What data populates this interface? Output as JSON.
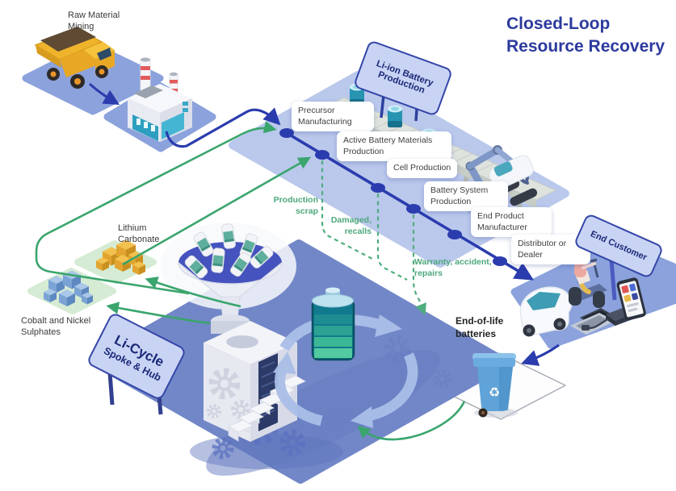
{
  "title": {
    "line1": "Closed-Loop",
    "line2": "Resource Recovery"
  },
  "stages": {
    "raw_material": "Raw Material Mining",
    "precursor": "Precursor Manufacturing",
    "active_materials": "Active Battery Materials Production",
    "cell": "Cell Production",
    "battery_system": "Battery System Production",
    "end_product": "End Product Manufacturer",
    "distributor": "Distributor or Dealer"
  },
  "signs": {
    "li_ion": "Li-ion Battery Production",
    "end_customer": "End Customer",
    "li_cycle_name": "Li-Cycle",
    "li_cycle_sub": "Spoke & Hub"
  },
  "outputs": {
    "lithium": "Lithium Carbonate",
    "cobalt_nickel": "Cobalt and Nickel Sulphates"
  },
  "return_flows": {
    "production_scrap": "Production scrap",
    "damaged": "Damaged, recalls",
    "warranty": "Warranty, accident, repairs",
    "end_of_life": "End-of-life batteries"
  },
  "icons": {
    "recycle_glyph": "♻"
  },
  "colors": {
    "accent_blue": "#2b3cae",
    "flow_green": "#3aa56d",
    "title_blue": "#2c3a9e",
    "sign_fill": "#c9d4f4",
    "sign_border": "#3446a8",
    "hub_platform": "#7287c7",
    "production_platform": "#bac8ec",
    "tile_blue": "#8ba2dc",
    "tile_green": "#d6ebd4"
  }
}
